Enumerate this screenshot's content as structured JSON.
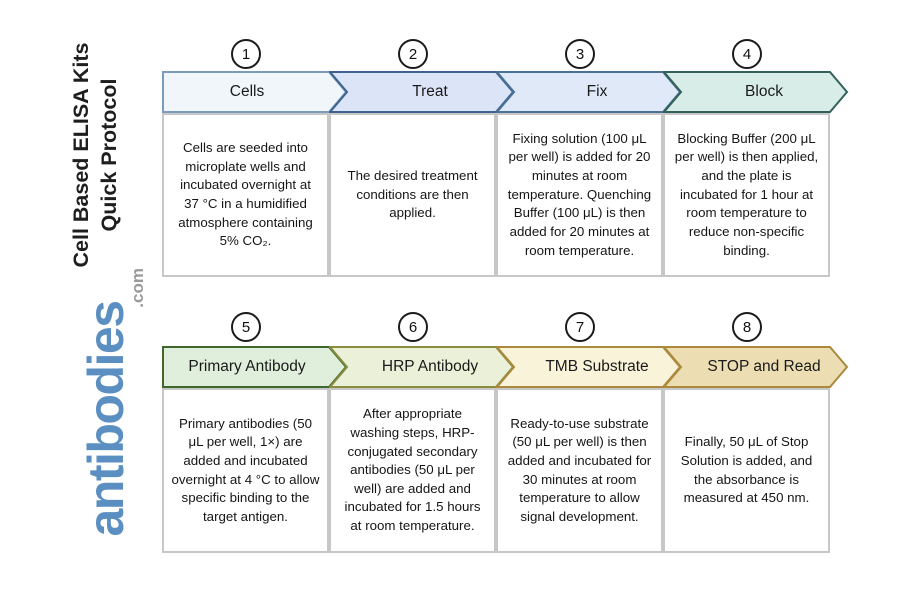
{
  "title": {
    "line1": "Cell Based ELISA Kits",
    "line2": "Quick Protocol"
  },
  "logo": {
    "name": "antibodies",
    "suffix": ".com",
    "color": "#5b8fc1",
    "suffix_color": "#9a9a9a"
  },
  "steps": [
    {
      "num": "1",
      "label": "Cells",
      "fill": "#f1f6fb",
      "stroke": "#7b9cba",
      "description": "Cells are seeded into microplate wells and incubated overnight at 37 °C in a humidified atmosphere containing 5% CO₂."
    },
    {
      "num": "2",
      "label": "Treat",
      "fill": "#dce5f7",
      "stroke": "#3f628f",
      "description": "The desired treatment conditions are then applied."
    },
    {
      "num": "3",
      "label": "Fix",
      "fill": "#dfe9f8",
      "stroke": "#4a7196",
      "description": "Fixing solution (100 μL per well) is added for 20 minutes at room temperature. Quenching Buffer (100 μL) is then added for 20 minutes at room temperature."
    },
    {
      "num": "4",
      "label": "Block",
      "fill": "#d8ede7",
      "stroke": "#33615a",
      "description": "Blocking Buffer (200 μL per well) is then applied, and the plate is incubated for 1 hour at room temperature to reduce non-specific binding."
    },
    {
      "num": "5",
      "label": "Primary Antibody",
      "fill": "#e0efdb",
      "stroke": "#3e682e",
      "description": "Primary antibodies (50 μL per well, 1×) are added and incubated overnight at 4 °C to allow specific binding to the target antigen."
    },
    {
      "num": "6",
      "label": "HRP Antibody",
      "fill": "#ebf1d8",
      "stroke": "#8a8c3e",
      "description": "After appropriate washing steps, HRP-conjugated secondary antibodies (50 μL per well) are added and incubated for 1.5 hours at room temperature."
    },
    {
      "num": "7",
      "label": "TMB Substrate",
      "fill": "#f8f3d9",
      "stroke": "#ab8a3e",
      "description": "Ready-to-use substrate (50 μL per well) is then added and incubated for 30 minutes at room temperature to allow signal development."
    },
    {
      "num": "8",
      "label": "STOP and Read",
      "fill": "#ecdeb2",
      "stroke": "#ab8a3e",
      "description": "Finally, 50 μL of Stop Solution is added, and the absorbance is measured at 450 nm."
    }
  ]
}
